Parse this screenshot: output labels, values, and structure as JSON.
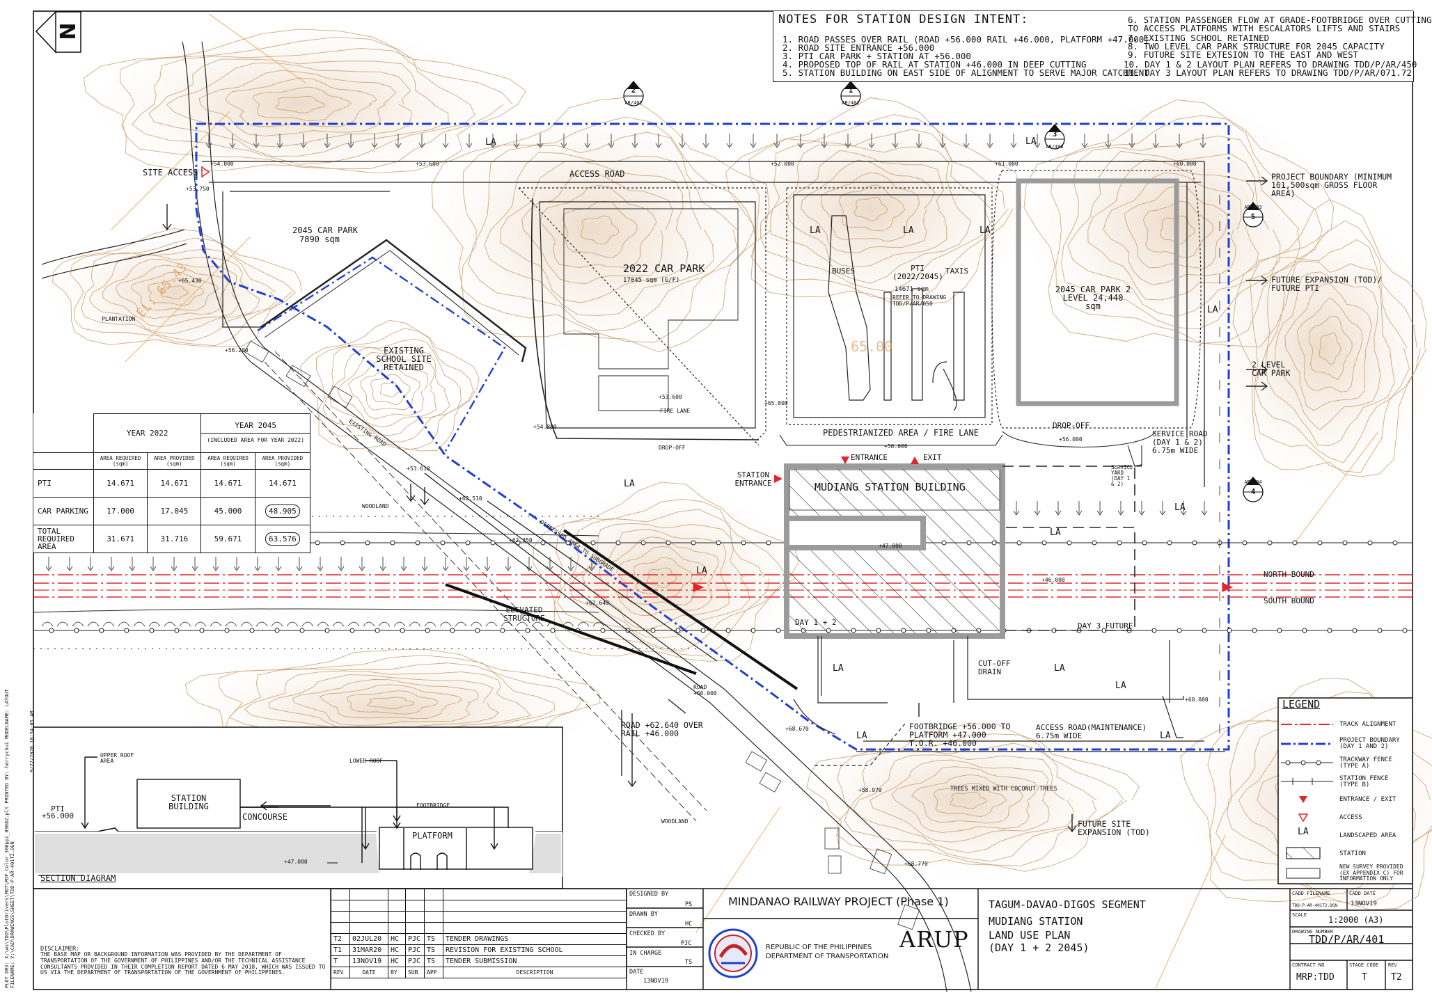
{
  "notes": {
    "title": "NOTES FOR STATION DESIGN INTENT:",
    "items": [
      "1. ROAD PASSES OVER RAIL (ROAD +56.000 RAIL +46.000, PLATFORM +47.000)",
      "2. ROAD SITE ENTRANCE +56.000",
      "3. PTI CAR PARK + STATION AT +56.000",
      "4. PROPOSED TOP OF RAIL AT STATION +46.000 IN DEEP CUTTING",
      "5. STATION BUILDING ON EAST SIDE OF ALIGNMENT TO SERVE MAJOR CATCHMENT",
      "6. STATION PASSENGER FLOW AT GRADE-FOOTBRIDGE OVER CUTTING",
      "TO ACCESS PLATFORMS WITH ESCALATORS LIFTS AND STAIRS",
      "7. EXISTING SCHOOL RETAINED",
      "8. TWO LEVEL CAR PARK STRUCTURE FOR 2045 CAPACITY",
      "9. FUTURE SITE EXTESION TO THE EAST AND WEST",
      "10. DAY 1 & 2 LAYOUT PLAN REFERS TO DRAWING TDD/P/AR/450",
      "11. DAY 3 LAYOUT PLAN REFERS TO DRAWING TDD/P/AR/071.72"
    ]
  },
  "plan": {
    "site_access": "SITE ACCESS",
    "access_road": "ACCESS ROAD",
    "car_park_2045_west": "2045 CAR PARK",
    "car_park_2045_west_area": "7890 sqm",
    "existing_school": "EXISTING SCHOOL SITE RETAINED",
    "car_park_2022": "2022 CAR PARK",
    "car_park_2022_area": "17045 sqm (G/F)",
    "buses": "BUSES",
    "pti": "PTI (2022/2045)",
    "pti_area": "14671 sqm",
    "pti_ref": "REFER TO DRAWING TDD/P/AR/050",
    "taxis": "TAXIS",
    "car_park_2045_east": "2045 CAR PARK 2 LEVEL 24,440 sqm",
    "project_boundary": "PROJECT BOUNDARY (MINIMUM 161,500sqm GROSS FLOOR AREA)",
    "future_expansion": "FUTURE EXPANSION (TOD)/ FUTURE PTI",
    "two_level_car_park": "2 LEVEL CAR PARK",
    "pedestrianized": "PEDESTRIANIZED AREA / FIRE LANE",
    "drop_off": "DROP-OFF",
    "drop_off_small": "DROP-OFF",
    "fire_lane": "FIRE LANE",
    "service_road": "SERVICE ROAD (DAY 1 & 2) 6.75m WIDE",
    "service_yard": "SERVICE YARD (DAY 1 & 2)",
    "entrance": "ENTRANCE",
    "exit": "EXIT",
    "station_entrance": "STATION ENTRANCE",
    "station_building": "MUDIANG STATION BUILDING",
    "day12": "DAY 1 + 2",
    "day3": "DAY 3 FUTURE",
    "north_bound": "NORTH BOUND",
    "south_bound": "SOUTH BOUND",
    "elevated_structure": "ELEVATED STRUCTURE",
    "depressed_area": "DEPRESSED AREA TO SUBGRADE",
    "road_over_rail": "ROAD +62.640 OVER RAIL +46.000",
    "footbridge": "FOOTBRIDGE +56.000 TO PLATFORM +47.000 T.O.R. +46.000",
    "access_road_maint": "ACCESS ROAD(MAINTENANCE) 6.75m WIDE",
    "cut_off_drain": "CUT-OFF DRAIN",
    "trees_mixed": "TREES MIXED WITH COCONUT TREES",
    "future_site_expansion": "FUTURE SITE EXPANSION (TOD)",
    "plantation": "PLANTATION",
    "woodland": "WOODLAND",
    "woodland2": "WOODLAND",
    "existing_road": "EXISTING ROAD",
    "la": "LA",
    "road_level": "ROAD +60.000",
    "contour_65": "65.00",
    "el_label": "EL: 65.43",
    "levels": [
      "+54.000",
      "+53.750",
      "+53.600",
      "+52.000",
      "+61.000",
      "+60.000",
      "+65.430",
      "+56.200",
      "+65.800",
      "+54.800",
      "+56.000",
      "+53.610",
      "+62.510",
      "+62.350",
      "+62.640",
      "+47.000",
      "+46.000",
      "+56.000",
      "+68.670",
      "+58.970",
      "+68.770",
      "+60.000"
    ],
    "callouts": [
      {
        "num": "2",
        "ref": "AR/402"
      },
      {
        "num": "1",
        "ref": "AR/402"
      },
      {
        "num": "3",
        "ref": "AR/403"
      },
      {
        "num": "5",
        "ref": "AR/403"
      },
      {
        "num": "4",
        "ref": "AR/404"
      }
    ]
  },
  "area_table": {
    "year_2022": "YEAR 2022",
    "year_2045": "YEAR 2045",
    "year_2045_sub": "(INCLUDED AREA FOR YEAR 2022)",
    "col_req": "AREA REQUIRED (sqm)",
    "col_prov": "AREA PROVIDED (sqm)",
    "rows": [
      {
        "label": "PTI",
        "r22": "14.671",
        "p22": "14.671",
        "r45": "14.671",
        "p45": "14.671"
      },
      {
        "label": "CAR PARKING",
        "r22": "17.000",
        "p22": "17.045",
        "r45": "45.000",
        "p45": "48.905"
      },
      {
        "label": "TOTAL REQUIRED AREA",
        "r22": "31.671",
        "p22": "31.716",
        "r45": "59.671",
        "p45": "63.576"
      }
    ]
  },
  "section": {
    "title": "SECTION DIAGRAM",
    "upper_roof": "UPPER ROOF AREA",
    "lower_roof": "LOWER ROOF",
    "station_building": "STATION BUILDING",
    "pti": "PTI +56.000",
    "concourse": "CONCOURSE",
    "footbridge": "FOOTBRIDGE",
    "platform": "PLATFORM",
    "level": "+47.000"
  },
  "legend": {
    "title": "LEGEND",
    "items": [
      {
        "label": "TRACK ALIGNMENT",
        "sym": "track"
      },
      {
        "label": "PROJECT BOUNDARY (DAY 1 AND 2)",
        "sym": "boundary"
      },
      {
        "label": "TRACKWAY FENCE (TYPE A)",
        "sym": "fenceA"
      },
      {
        "label": "STATION FENCE (TYPE B)",
        "sym": "fenceB"
      },
      {
        "label": "ENTRANCE / EXIT",
        "sym": "entrance"
      },
      {
        "label": "ACCESS",
        "sym": "access"
      },
      {
        "label": "LANDSCAPED AREA",
        "sym": "la",
        "code": "LA"
      },
      {
        "label": "STATION",
        "sym": "station"
      },
      {
        "label": "NEW SURVEY PROVIDED (EX APPENDIX C) FOR INFORMATION ONLY",
        "sym": "survey"
      }
    ]
  },
  "title_block": {
    "disclaimer_title": "DISCLAIMER:",
    "disclaimer": "THE BASE MAP OR BACKGROUND INFORMATION WAS PROVIDED BY THE DEPARTMENT OF TRANSPORTATION OF THE GOVERNMENT OF PHILIPPINES AND/OR THE TECHNICAL ASSISTANCE CONSULTANTS PROVIDED IN THEIR COMPLETION REPORT DATED 6 MAY 2018, WHICH WAS ISSUED TO US VIA THE DEPARTMENT OF TRANSPORTATION OF THE GOVERNMENT OF PHILIPPINES.",
    "rev_headers": [
      "REV",
      "DATE",
      "BY",
      "SUB",
      "APP",
      "DESCRIPTION"
    ],
    "revisions": [
      {
        "rev": "T2",
        "date": "02JUL20",
        "by": "HC",
        "sub": "PJC",
        "app": "TS",
        "desc": "TENDER DRAWINGS"
      },
      {
        "rev": "T1",
        "date": "31MAR20",
        "by": "HC",
        "sub": "PJC",
        "app": "TS",
        "desc": "REVISION FOR EXISTING SCHOOL"
      },
      {
        "rev": "T",
        "date": "13NOV19",
        "by": "HC",
        "sub": "PJC",
        "app": "TS",
        "desc": "TENDER SUBMISSION"
      }
    ],
    "designed_by": "DESIGNED BY",
    "designed_by_val": "PS",
    "drawn_by": "DRAWN BY",
    "drawn_by_val": "HC",
    "checked_by": "CHECKED BY",
    "checked_by_val": "PJC",
    "in_charge": "IN CHARGE",
    "in_charge_val": "TS",
    "date": "DATE",
    "date_val": "13NOV19",
    "project": "MINDANAO RAILWAY PROJECT (Phase 1)",
    "republic": "REPUBLIC OF THE PHILIPPINES",
    "dept": "DEPARTMENT OF TRANSPORTATION",
    "arup": "ARUP",
    "segment": "TAGUM-DAVAO-DIGOS SEGMENT",
    "station": "MUDIANG STATION",
    "plan_name": "LAND USE PLAN",
    "plan_sub": "(DAY 1 + 2 2045)",
    "cadd_filename": "CADD FILENAME",
    "cadd_filename_val": "TDD-P-AR-401T2.DGN",
    "cadd_date": "CADD DATE",
    "cadd_date_val": "13NOV19",
    "scale": "SCALE",
    "scale_val": "1:2000 (A3)",
    "drawing_number": "DRAWING NUMBER",
    "drawing_number_val": "TDD/P/AR/401",
    "contract_no": "CONTRACT NO",
    "contract_no_val": "MRP:TDD",
    "stage_code": "STAGE CODE",
    "stage_code_val": "T",
    "rev": "REV",
    "rev_val": "T2"
  },
  "side_text": {
    "plot_info": "PLOT DRV: X:\\ws\\TDD\\PlotDrivers\\MDT\\PDF_Color_300ppi_09082.plt PRINTED BY: harrychui MODELNAME: LAYOUT FILENAME: V:\\CAD\\DRAWINGS\\SHEET\\TDD-P-AR-401T2.DGN",
    "plot_date": "9/22/2020 10:54:05 AM"
  },
  "colors": {
    "boundary": "#1f3fd4",
    "track": "#e0262a",
    "contour": "#b98a5a",
    "ground_fill": "#e9d2b6",
    "station_fill": "#9b9b9b",
    "survey_orange": "#e39a48"
  }
}
